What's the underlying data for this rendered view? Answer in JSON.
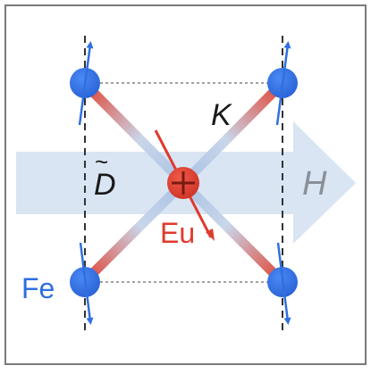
{
  "diagram": {
    "labels": {
      "coupling": "K",
      "dm_interaction": "D",
      "field": "H",
      "rare_earth_ion": "Eu",
      "transition_metal_ion": "Fe"
    },
    "colors": {
      "frame": "#7a7a7a",
      "fe_atom": "#2f6fe0",
      "eu_atom": "#e03a2e",
      "field_arrow": "#d9e5f3",
      "field_label": "#8a8f99",
      "bond_red": "#e04a3a",
      "bond_blue": "#b8cde6",
      "dashed_line": "#333333"
    },
    "icons": {
      "fe_atom": "blue-sphere-with-spin-arrow",
      "eu_atom": "red-sphere-with-cross",
      "field_arrow": "wide-light-blue-arrow"
    }
  }
}
